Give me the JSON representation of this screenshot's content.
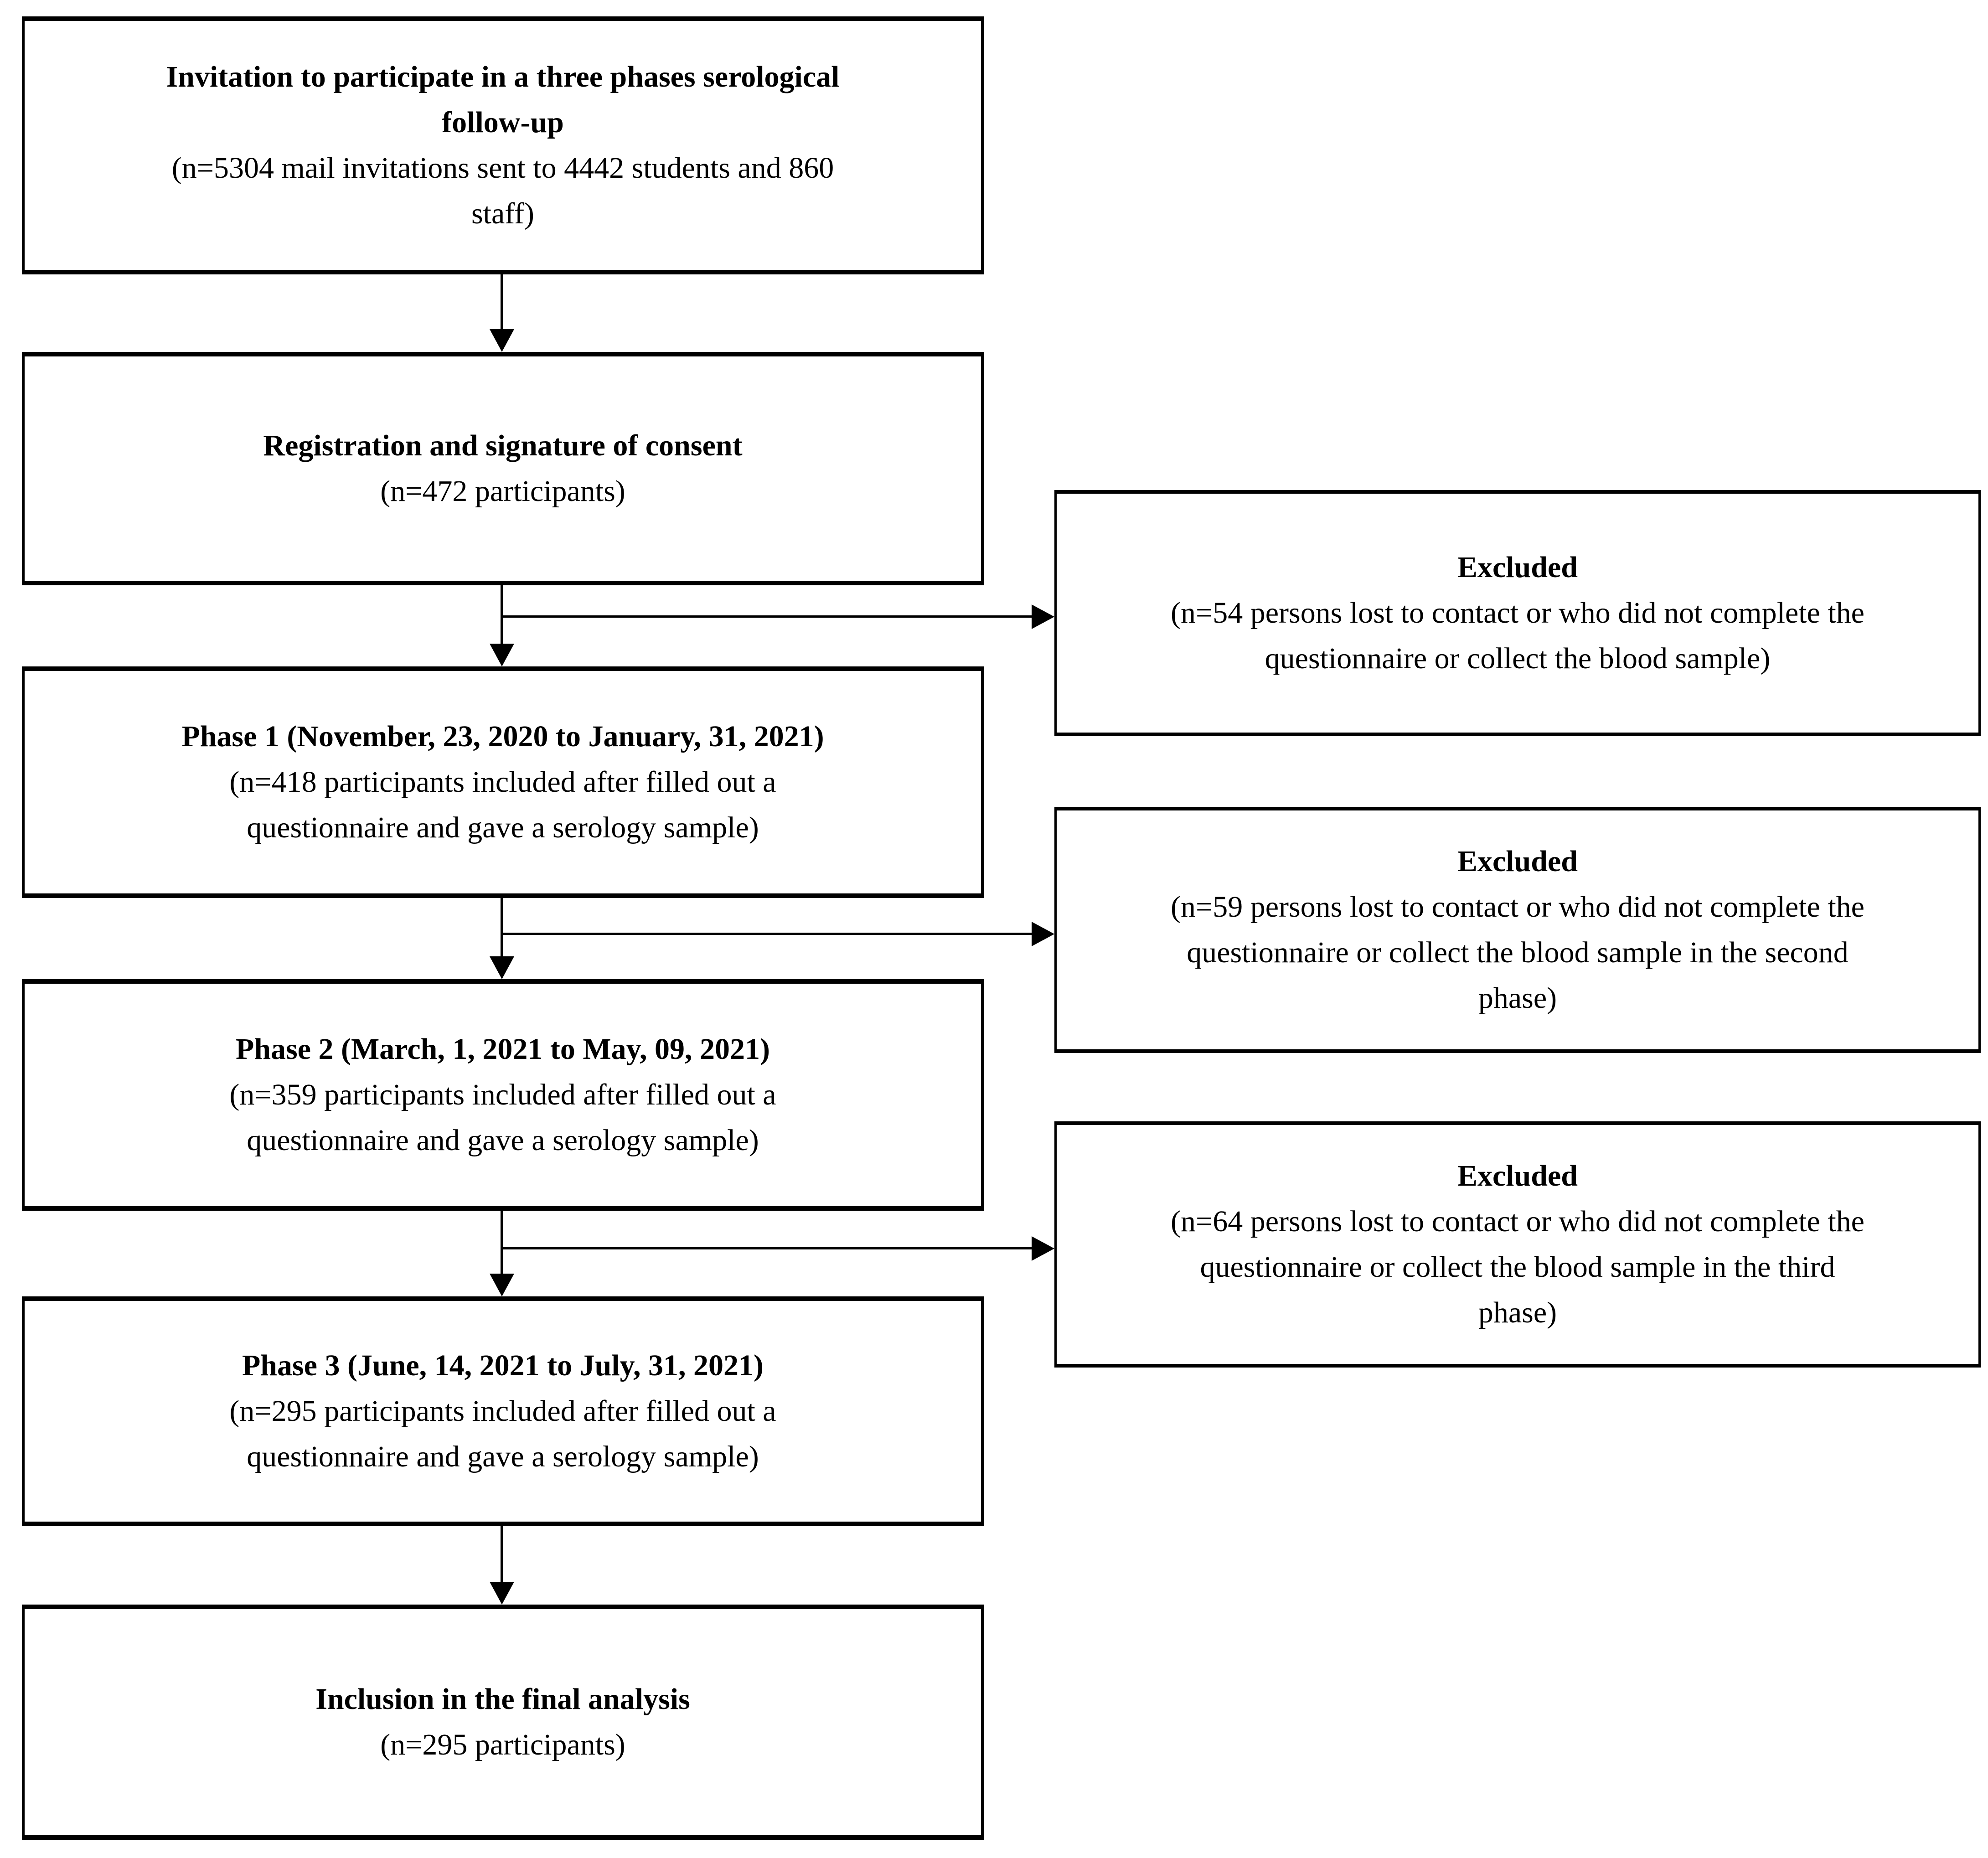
{
  "colors": {
    "ink": "#000000",
    "background": "#ffffff"
  },
  "diagram_type": "study-enrollment-flowchart",
  "boxes": [
    {
      "id": "invitation",
      "title": [
        "Invitation to participate in a three phases serological",
        "follow-up"
      ],
      "body": [
        "(n=5304 mail invitations sent to 4442 students and 860",
        "staff)"
      ]
    },
    {
      "id": "registration",
      "title": [
        "Registration and signature of consent"
      ],
      "body": [
        "(n=472 participants)"
      ]
    },
    {
      "id": "phase-1",
      "title": [
        "Phase 1 (November, 23, 2020 to January, 31, 2021)"
      ],
      "body": [
        "(n=418 participants included after filled out a",
        "questionnaire and gave a serology sample)"
      ]
    },
    {
      "id": "phase-2",
      "title": [
        "Phase 2 (March, 1, 2021 to May, 09, 2021)"
      ],
      "body": [
        "(n=359 participants included after filled out a",
        "questionnaire and gave a serology sample)"
      ]
    },
    {
      "id": "phase-3",
      "title": [
        "Phase 3 (June, 14, 2021 to July, 31, 2021)"
      ],
      "body": [
        "(n=295 participants included after filled out a",
        "questionnaire and gave a serology sample)"
      ]
    },
    {
      "id": "final-analysis",
      "title": [
        "Inclusion in the final analysis"
      ],
      "body": [
        "(n=295 participants)"
      ]
    }
  ],
  "excluded": [
    {
      "id": "excluded-1",
      "title": [
        "Excluded"
      ],
      "body": [
        "(n=54 persons lost to contact or who did not complete the",
        "questionnaire or collect the blood sample)"
      ]
    },
    {
      "id": "excluded-2",
      "title": [
        "Excluded"
      ],
      "body": [
        "(n=59 persons lost to contact or who did not complete the",
        "questionnaire or collect the blood sample in the second",
        "phase)"
      ]
    },
    {
      "id": "excluded-3",
      "title": [
        "Excluded"
      ],
      "body": [
        "(n=64 persons lost to contact or who did not complete the",
        "questionnaire or collect the blood sample in the third",
        "phase)"
      ]
    }
  ]
}
